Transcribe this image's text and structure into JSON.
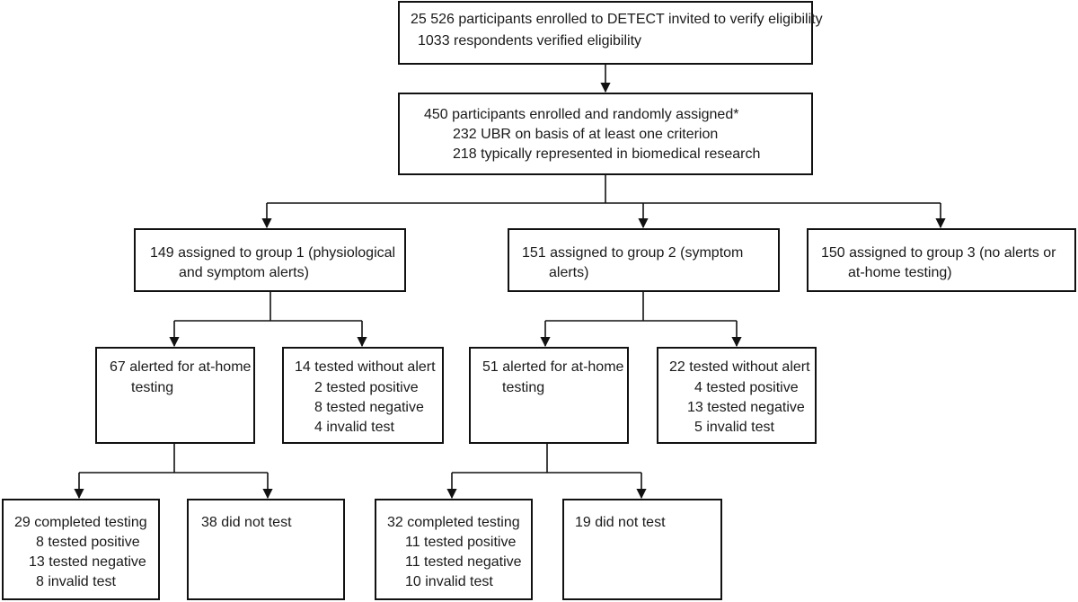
{
  "boxes": {
    "enrolled": {
      "line1": "25 526 participants enrolled to DETECT invited to verify eligibility",
      "line2": "1033 respondents verified eligibility"
    },
    "randomised": {
      "line1": "450 participants enrolled and randomly assigned*",
      "line2": "232 UBR on basis of at least one criterion",
      "line3": "218 typically represented in biomedical research"
    },
    "group1": {
      "line1": "149 assigned to group 1 (physiological",
      "line2": "and symptom alerts)"
    },
    "group2": {
      "line1": "151 assigned to group 2 (symptom",
      "line2": "alerts)"
    },
    "group3": {
      "line1": "150 assigned to group 3 (no alerts or",
      "line2": "at-home testing)"
    },
    "g1_alerted": {
      "line1": "67 alerted for at-home",
      "line2": "testing"
    },
    "g1_no_alert": {
      "line1": "14 tested without alert",
      "line2": "2 tested positive",
      "line3": "8 tested negative",
      "line4": "4 invalid test"
    },
    "g2_alerted": {
      "line1": "51 alerted for at-home",
      "line2": "testing"
    },
    "g2_no_alert": {
      "line1": "22 tested without alert",
      "line2": "4 tested positive",
      "line3": "13 tested negative",
      "line4": "5 invalid test"
    },
    "g1_completed": {
      "line1": "29 completed testing",
      "line2": "8 tested positive",
      "line3": "13 tested negative",
      "line4": "8 invalid test"
    },
    "g1_not_tested": {
      "line1": "38 did not test"
    },
    "g2_completed": {
      "line1": "32 completed testing",
      "line2": "11 tested positive",
      "line3": "11 tested negative",
      "line4": "10 invalid test"
    },
    "g2_not_tested": {
      "line1": "19 did not test"
    }
  }
}
